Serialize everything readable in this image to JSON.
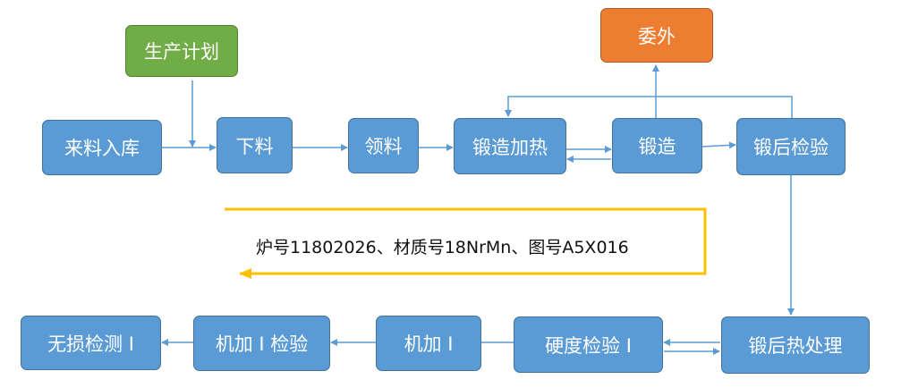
{
  "nodes": {
    "plan": "生产计划",
    "outsource": "委外",
    "incoming": "来料入库",
    "blanking": "下料",
    "material_pick": "领料",
    "forge_heating": "锻造加热",
    "forging": "锻造",
    "post_forge_inspection": "锻后检验",
    "post_forge_heat_treatment": "锻后热处理",
    "hardness_inspection": "硬度检验 I",
    "machining": "机加 I",
    "machining_inspection": "机加 I 检验",
    "ndt": "无损检测 I"
  },
  "note": "炉号11802026、材质号18NrMn、图号A5X016",
  "colors": {
    "process": "#5b9bd5",
    "plan": "#70ad47",
    "outsource": "#ed7d31",
    "connector": "#5b9bd5",
    "note_arrow": "#ffc000"
  }
}
